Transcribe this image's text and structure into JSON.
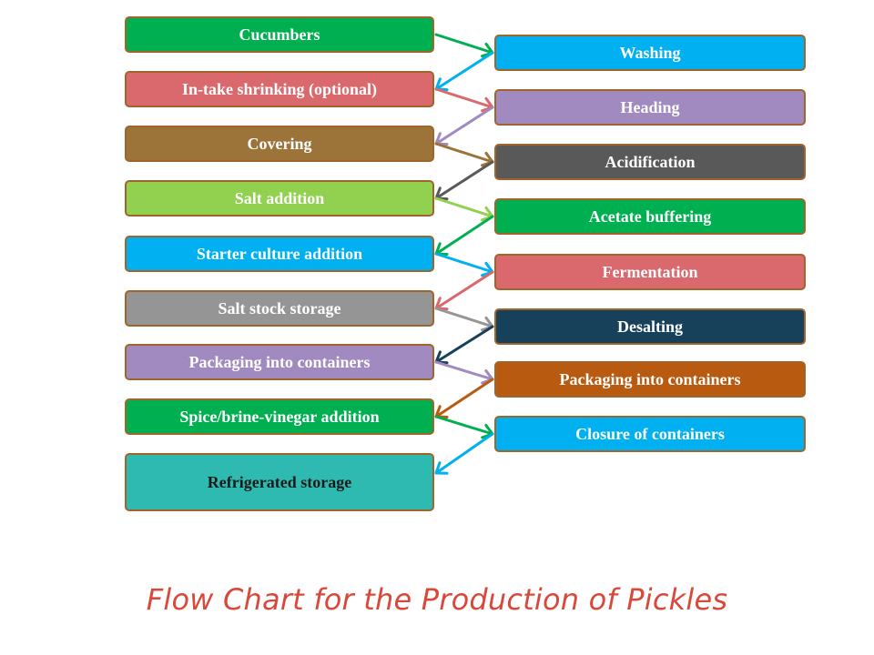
{
  "title": "Flow Chart for the Production of Pickles",
  "left_steps": [
    {
      "label": "Cucumbers",
      "color": "#00b050",
      "text_color": "#ffffff"
    },
    {
      "label": "In-take shrinking (optional)",
      "color": "#d9696d",
      "text_color": "#ffffff"
    },
    {
      "label": "Covering",
      "color": "#9c7338",
      "text_color": "#ffffff"
    },
    {
      "label": "Salt addition",
      "color": "#92d050",
      "text_color": "#ffffff"
    },
    {
      "label": "Starter culture addition",
      "color": "#00b0f0",
      "text_color": "#ffffff"
    },
    {
      "label": "Salt stock storage",
      "color": "#959595",
      "text_color": "#ffffff"
    },
    {
      "label": "Packaging into containers",
      "color": "#a08ac0",
      "text_color": "#ffffff"
    },
    {
      "label": "Spice/brine-vinegar addition",
      "color": "#00b050",
      "text_color": "#ffffff"
    },
    {
      "label": "Refrigerated storage",
      "color": "#2ebab1",
      "text_color": "#1a1a1a"
    }
  ],
  "right_steps": [
    {
      "label": "Washing",
      "color": "#00b0f0",
      "text_color": "#ffffff"
    },
    {
      "label": "Heading",
      "color": "#a08ac0",
      "text_color": "#ffffff"
    },
    {
      "label": "Acidification",
      "color": "#595959",
      "text_color": "#ffffff"
    },
    {
      "label": "Acetate buffering",
      "color": "#00b050",
      "text_color": "#ffffff"
    },
    {
      "label": "Fermentation",
      "color": "#d9696d",
      "text_color": "#ffffff"
    },
    {
      "label": "Desalting",
      "color": "#17405a",
      "text_color": "#ffffff"
    },
    {
      "label": "Packaging into containers",
      "color": "#b85a10",
      "text_color": "#ffffff"
    },
    {
      "label": "Closure of containers",
      "color": "#00b0f0",
      "text_color": "#ffffff"
    }
  ],
  "arrows": [
    {
      "from": "L0",
      "to": "R0",
      "color": "#00b050"
    },
    {
      "from": "R0",
      "to": "L1",
      "color": "#00b0f0"
    },
    {
      "from": "L1",
      "to": "R1",
      "color": "#d9696d"
    },
    {
      "from": "R1",
      "to": "L2",
      "color": "#a08ac0"
    },
    {
      "from": "L2",
      "to": "R2",
      "color": "#9c7338"
    },
    {
      "from": "R2",
      "to": "L3",
      "color": "#595959"
    },
    {
      "from": "L3",
      "to": "R3",
      "color": "#92d050"
    },
    {
      "from": "R3",
      "to": "L4",
      "color": "#00b050"
    },
    {
      "from": "L4",
      "to": "R4",
      "color": "#00b0f0"
    },
    {
      "from": "R4",
      "to": "L5",
      "color": "#d9696d"
    },
    {
      "from": "L5",
      "to": "R5",
      "color": "#959595"
    },
    {
      "from": "R5",
      "to": "L6",
      "color": "#17405a"
    },
    {
      "from": "L6",
      "to": "R6",
      "color": "#a08ac0"
    },
    {
      "from": "R6",
      "to": "L7",
      "color": "#b85a10"
    },
    {
      "from": "L7",
      "to": "R7",
      "color": "#00b050"
    },
    {
      "from": "R7",
      "to": "L8",
      "color": "#00b0f0"
    }
  ]
}
